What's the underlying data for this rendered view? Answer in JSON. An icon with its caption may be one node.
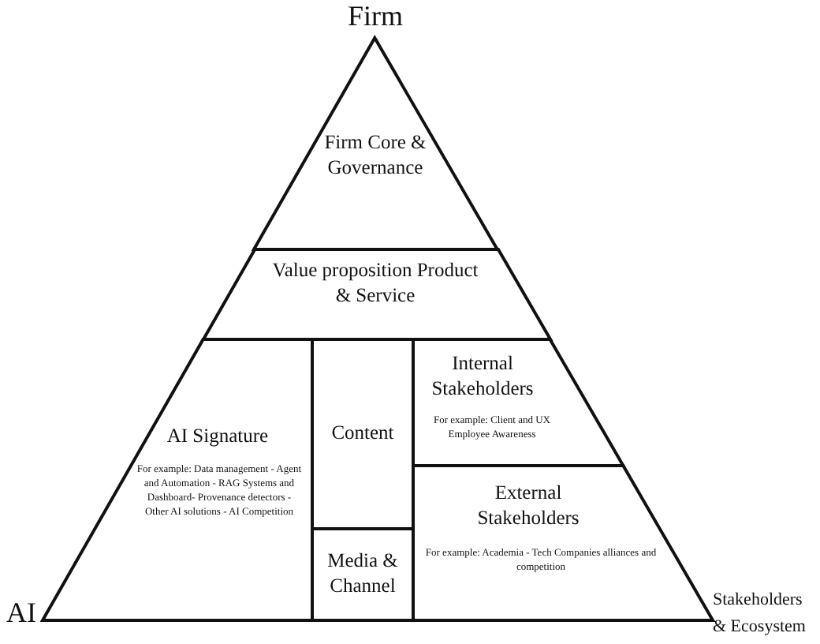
{
  "diagram": {
    "nodes": [
      {
        "text": [
          "Firm Core & Governance"
        ]
      },
      {
        "text": [
          "Value proposition Product & Service"
        ]
      },
      {
        "text": [
          "AI Signature",
          "For example: Data management - Agent and Automation - RAG Systems and Dashboard- Provenance detectors - Other AI solutions - AI Competition"
        ]
      },
      {
        "text": [
          "Content"
        ]
      },
      {
        "text": [
          "Media & Channel"
        ]
      },
      {
        "text": [
          "Internal Stakeholders",
          "For example: Client and UX Employee Awareness"
        ]
      },
      {
        "text": [
          "External Stakeholders",
          "For example: Academia - Tech Companies alliances and competition"
        ]
      }
    ],
    "edges": [],
    "labels": [
      "Firm",
      "AI",
      "Stakeholders & Ecosystem"
    ]
  }
}
